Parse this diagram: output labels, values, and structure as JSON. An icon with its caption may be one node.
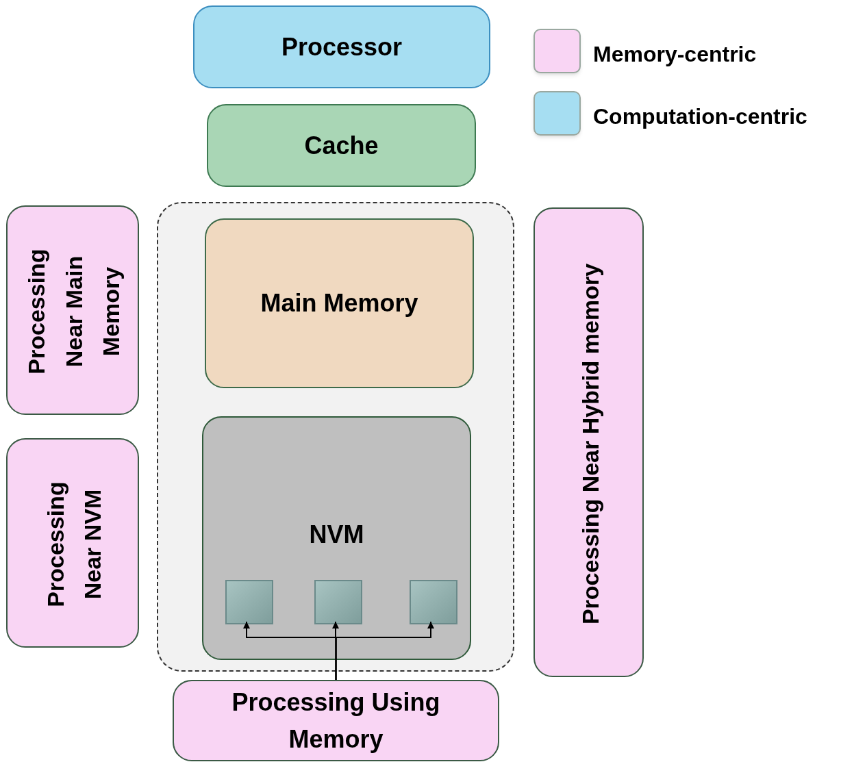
{
  "diagram": {
    "nodes": [
      {
        "text": [
          "Processor"
        ]
      },
      {
        "text": [
          "Cache"
        ]
      },
      {
        "text": [
          "Processing Near Main Memory"
        ]
      },
      {
        "text": [],
        "shape": "box"
      },
      {
        "text": [
          "Main Memory"
        ],
        "in": 3
      },
      {
        "text": [
          "NVM"
        ],
        "in": 3
      },
      {
        "text": [],
        "shape": "box",
        "in": 5
      },
      {
        "text": [],
        "shape": "box",
        "in": 5
      },
      {
        "text": [],
        "shape": "box",
        "in": 5
      },
      {
        "text": [
          "Processing Near Hybrid memory"
        ]
      },
      {
        "text": [
          "Processing Near NVM"
        ]
      },
      {
        "text": [
          "Processing Using Memory"
        ]
      }
    ],
    "edges": [
      {
        "from": 11,
        "to": 6,
        "arrow": "to"
      },
      {
        "from": 11,
        "to": 7,
        "arrow": "to"
      },
      {
        "from": 11,
        "to": 8,
        "arrow": "to"
      }
    ],
    "legend": [
      {
        "text": "Memory-centric",
        "color": "#f9d5f4"
      },
      {
        "text": "Computation-centric",
        "color": "#a6def2"
      }
    ]
  }
}
